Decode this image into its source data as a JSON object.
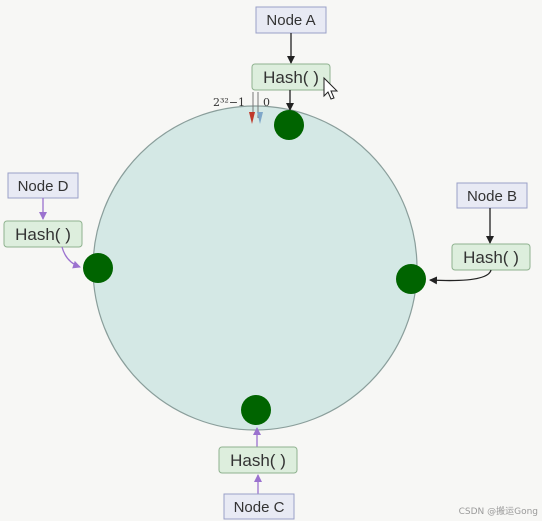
{
  "diagram": {
    "nodes": {
      "a": {
        "label": "Node A"
      },
      "b": {
        "label": "Node B"
      },
      "c": {
        "label": "Node C"
      },
      "d": {
        "label": "Node D"
      }
    },
    "hash_label": "Hash( )",
    "ring": {
      "max_label": "2³²−1",
      "zero_label": "0"
    },
    "colors": {
      "ring_fill": "#d4e8e5",
      "ring_stroke": "#8a9e9b",
      "node_box_fill": "#e8eaf4",
      "node_box_stroke": "#9aa0c8",
      "hash_box_fill": "#ddeedd",
      "hash_box_stroke": "#8fb28f",
      "point_fill": "#006400",
      "arrow_black": "#222222",
      "arrow_purple": "#9b72cf",
      "marker_red": "#c0392b",
      "marker_blue": "#7fa7c9"
    }
  },
  "watermark": "CSDN @搬运Gong"
}
